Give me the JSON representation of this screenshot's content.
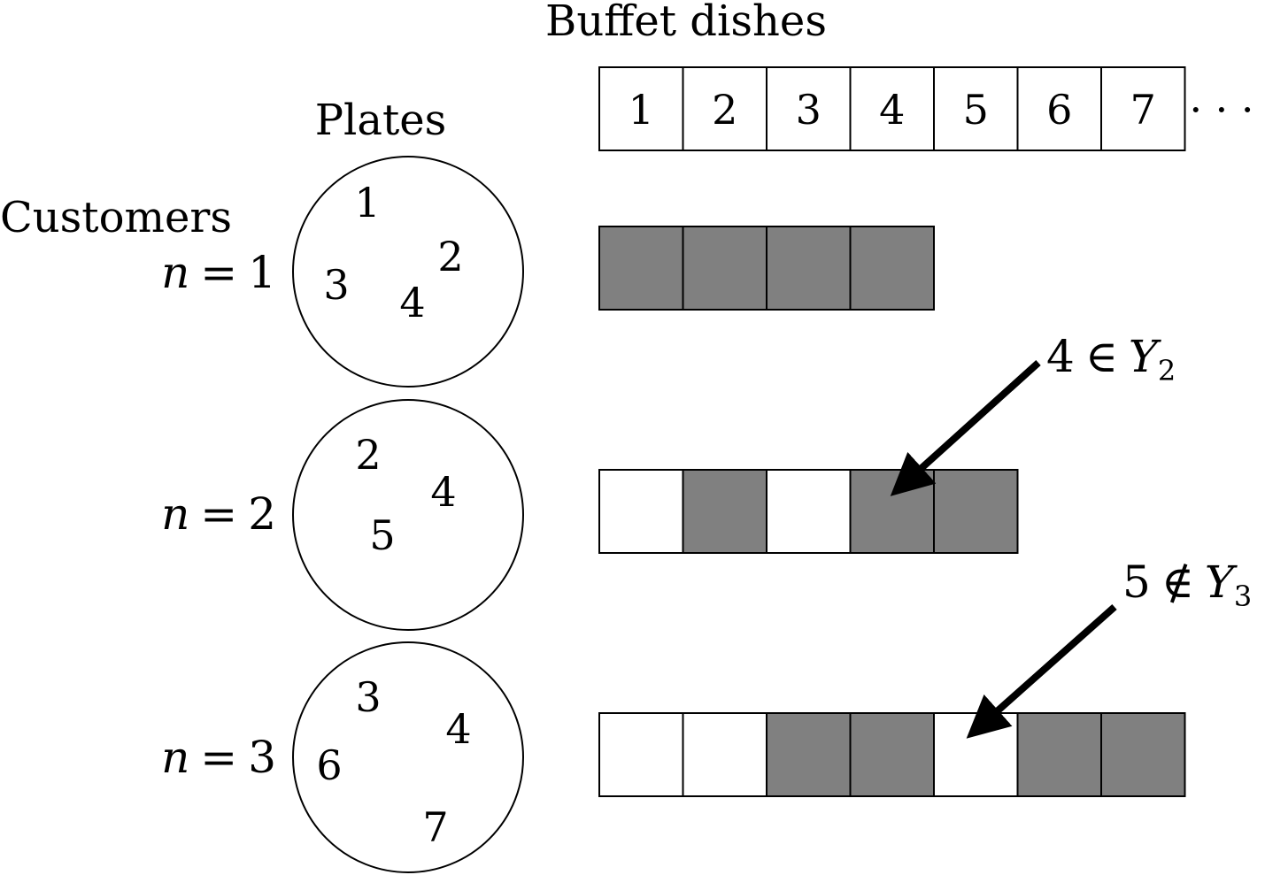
{
  "headers": {
    "buffet": "Buffet dishes",
    "plates": "Plates",
    "customers": "Customers"
  },
  "buffet_row": {
    "dishes": [
      "1",
      "2",
      "3",
      "4",
      "5",
      "6",
      "7"
    ],
    "ellipsis": "· · ·"
  },
  "customers": [
    {
      "label_var": "n",
      "label_eq": "=",
      "label_num": "1",
      "plate_numbers": [
        "1",
        "2",
        "3",
        "4"
      ],
      "dish_shading": [
        "filled",
        "filled",
        "filled",
        "filled"
      ]
    },
    {
      "label_var": "n",
      "label_eq": "=",
      "label_num": "2",
      "plate_numbers": [
        "2",
        "4",
        "5"
      ],
      "dish_shading": [
        "empty",
        "filled",
        "empty",
        "filled",
        "filled"
      ]
    },
    {
      "label_var": "n",
      "label_eq": "=",
      "label_num": "3",
      "plate_numbers": [
        "3",
        "4",
        "6",
        "7"
      ],
      "dish_shading": [
        "empty",
        "empty",
        "filled",
        "filled",
        "empty",
        "filled",
        "filled"
      ]
    }
  ],
  "annotations": [
    {
      "num": "4",
      "rel": "∈",
      "var": "Y",
      "sub": "2"
    },
    {
      "num": "5",
      "rel": "∉",
      "var": "Y",
      "sub": "3"
    }
  ],
  "colors": {
    "filled": "#808080",
    "empty": "#ffffff",
    "stroke": "#000000"
  }
}
